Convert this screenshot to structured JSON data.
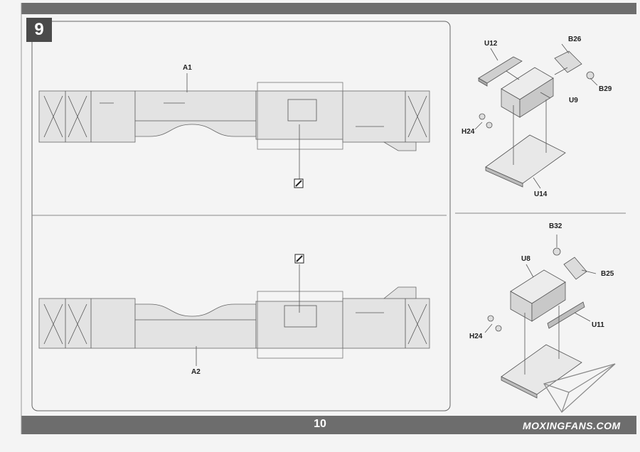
{
  "step_number": "9",
  "page_number": "10",
  "watermark": "MOXINGFANS.COM",
  "labels": {
    "a1": "A1",
    "a2": "A2",
    "u12": "U12",
    "b26": "B26",
    "b29": "B29",
    "u9": "U9",
    "h24_top": "H24",
    "u14": "U14",
    "b32": "B32",
    "u8": "U8",
    "b25": "B25",
    "h24_bottom": "H24",
    "u11": "U11"
  }
}
